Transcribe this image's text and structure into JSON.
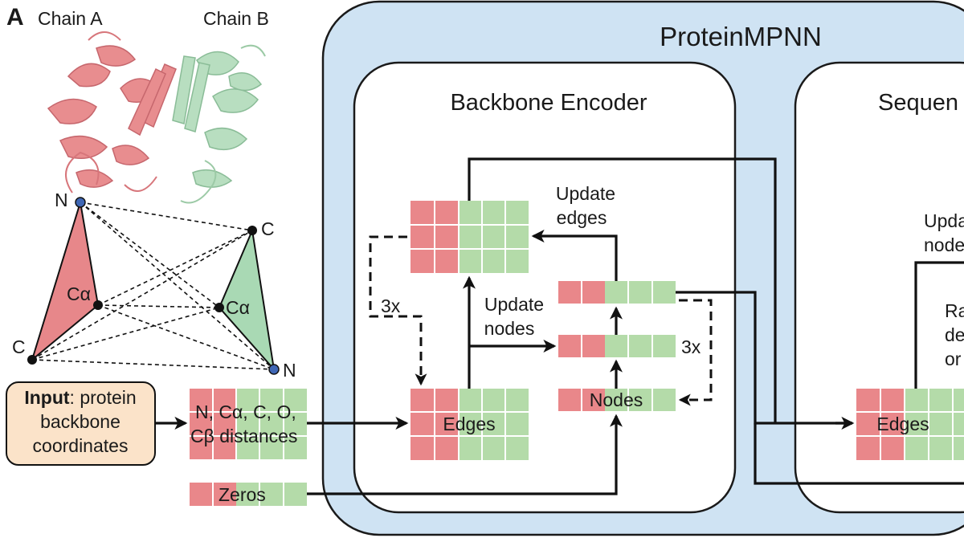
{
  "panel_letter": "A",
  "chain_labels": {
    "a": "Chain A",
    "b": "Chain B"
  },
  "atom_labels": {
    "n_left": "N",
    "c_left": "C",
    "ca_left": "Cα",
    "c_right": "C",
    "ca_right": "Cα",
    "n_right": "N"
  },
  "input_box": {
    "bold": "Input",
    "rest": ": protein",
    "line2": "backbone",
    "line3": "coordinates"
  },
  "distances": {
    "line1": "N, Cα, C, O,",
    "line2": "Cβ distances"
  },
  "zeros_label": "Zeros",
  "protein_mpnn_title": "ProteinMPNN",
  "encoder": {
    "title": "Backbone Encoder",
    "edges_label": "Edges",
    "nodes_label": "Nodes",
    "update_edges": [
      "Update",
      "edges"
    ],
    "update_nodes": [
      "Update",
      "nodes"
    ],
    "repeat_left": "3x",
    "repeat_right": "3x"
  },
  "decoder": {
    "title_partial": "Sequen",
    "update_partial": [
      "Upda",
      "node"
    ],
    "side_partial": [
      "Ra",
      "de",
      "or"
    ],
    "edges_label": "Edges"
  },
  "colors": {
    "red": "#e9878a",
    "green": "#b4dba9",
    "panel_blue": "#cfe3f3",
    "input_fill": "#fbe3c9",
    "chain_a": "#e7878a",
    "chain_b": "#a9d9b4",
    "atom_blue": "#3f67b5"
  },
  "icons": [
    "protein-ribbon-illustration",
    "arrow-icon"
  ]
}
